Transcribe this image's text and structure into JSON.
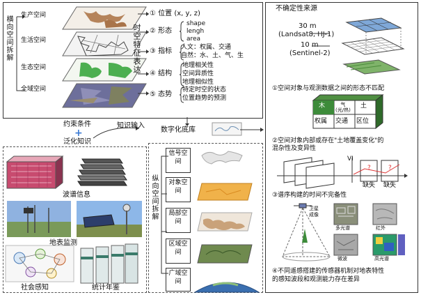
{
  "left_top": {
    "vertical_label": "横向空间拆解",
    "layers": [
      "生产空间",
      "生活空间",
      "生态空间",
      "全域空间"
    ],
    "features": [
      {
        "label": "① 位置 (x, y, z)"
      },
      {
        "label": "② 形态",
        "sub": [
          "shape",
          "lengh",
          "area"
        ]
      },
      {
        "label": "③ 指标",
        "sub": [
          "人文：权属、交通",
          "自然：水、土、气、生"
        ]
      },
      {
        "label": "④ 结构",
        "sub": [
          "地理相关性",
          "空间异质性",
          "地理相似性"
        ]
      },
      {
        "label": "⑤ 态势",
        "sub": [
          "特定时空的状态",
          "位置趋势的预测"
        ]
      }
    ],
    "right_vertical": "时空特征表达"
  },
  "middle": {
    "constraints": "约束条件",
    "plus": "+",
    "knowledge": "泛化知识",
    "input": "知识输入",
    "base": "数字化底库"
  },
  "left_bottom": {
    "spectral": "波谱信息",
    "ground": "地表监测",
    "social": "社会感知",
    "yearbook": "统计年鉴"
  },
  "vertical_space": {
    "label": "纵向空间拆解",
    "levels": [
      "信号空间",
      "对象空间",
      "局部空间",
      "区域空间",
      "广域空间"
    ]
  },
  "right": {
    "title": "不确定性来源",
    "res1": "30 m",
    "res1_src": "(Landsat8, HJ-1)",
    "res2": "10 m",
    "res2_src": "(Sentinel-2)",
    "item1": "①空间对象与观测数据之间的形态不匹配",
    "grid_labels": [
      "木",
      "气\n(光/热)",
      "土",
      "权属",
      "交通",
      "区位"
    ],
    "item2": [
      "②空间对象内部或存在\"土地覆盖变化\"的",
      "混杂性及变异性"
    ],
    "spectral_axis": "VI",
    "missing": [
      "缺失",
      "缺失"
    ],
    "q": "?",
    "item3": "③谱序构建的时间不完备性",
    "sat": [
      "卫星",
      "成像"
    ],
    "sensor_labels": [
      "多光谱",
      "红外",
      "微波",
      "高光谱"
    ],
    "item4": [
      "④不同遥感搭建的传感器机制对地表特性",
      "的感知波段和观测能力存在差异"
    ]
  },
  "colors": {
    "production": "#b5835a",
    "ecology": "#4caf50",
    "object": "#f0b24a",
    "grid_green": "#3d8b3a"
  }
}
